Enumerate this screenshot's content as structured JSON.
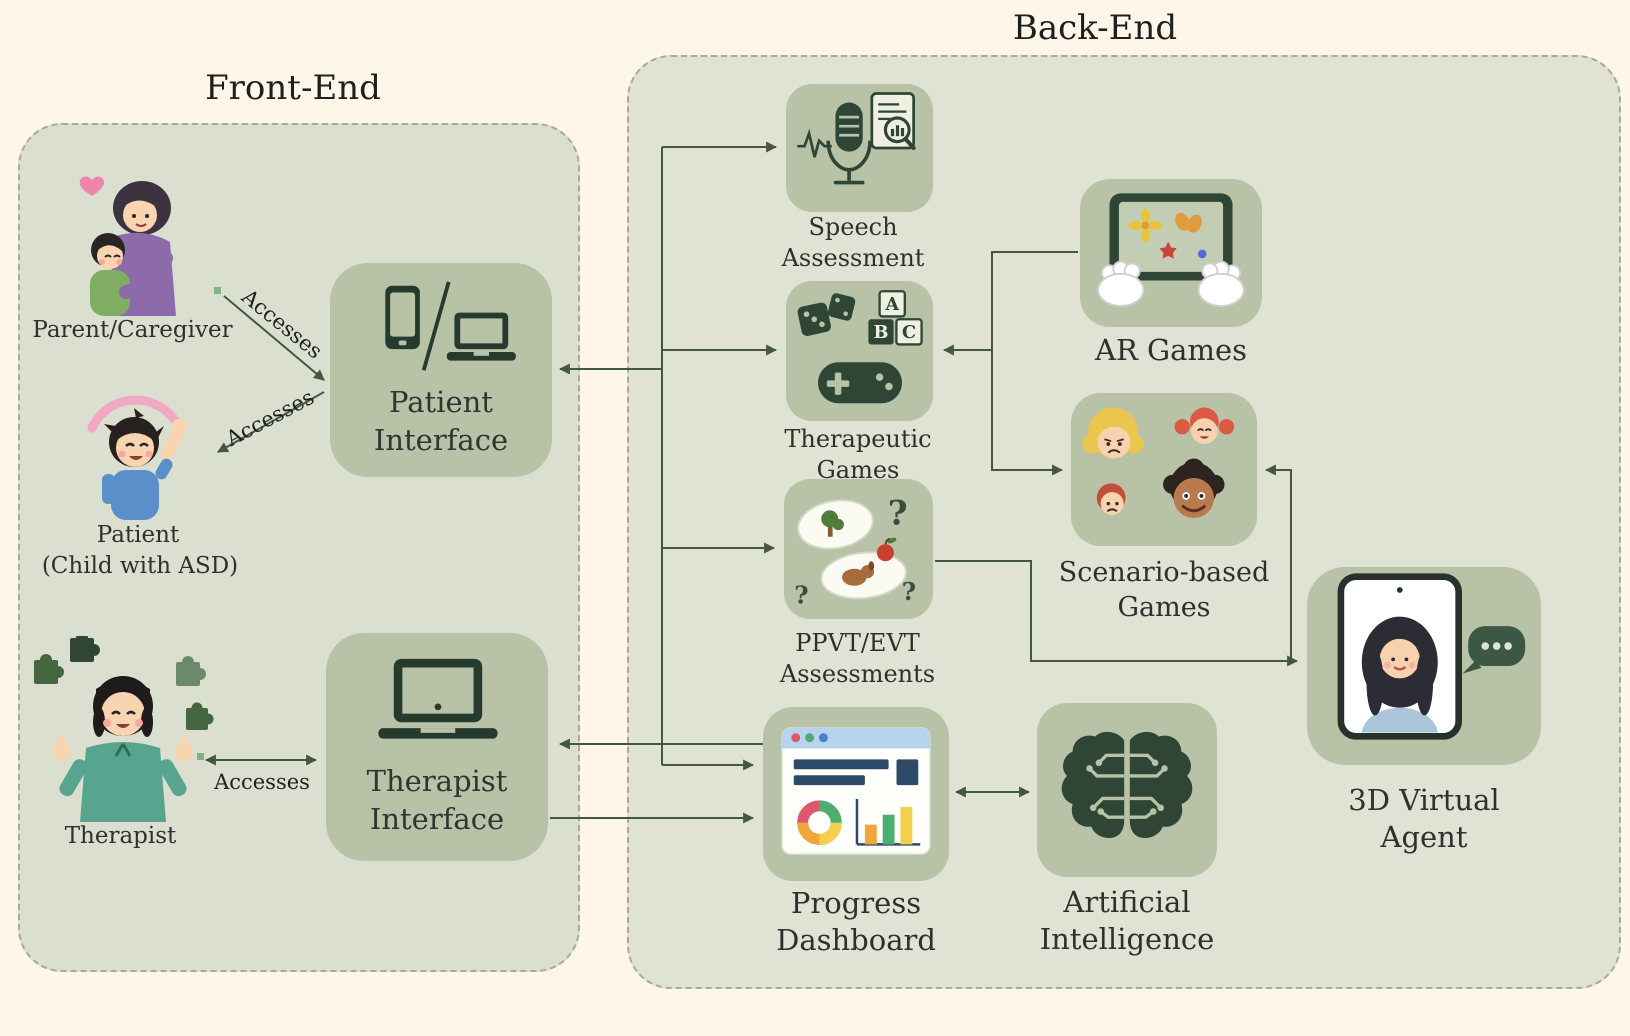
{
  "titles": {
    "front_end": "Front-End",
    "back_end": "Back-End"
  },
  "front_end": {
    "parent_label": "Parent/Caregiver",
    "patient_label_line1": "Patient",
    "patient_label_line2": "(Child with ASD)",
    "therapist_label": "Therapist",
    "patient_interface_label": "Patient Interface",
    "therapist_interface_label": "Therapist Interface",
    "access_parent": "Accesses",
    "access_patient": "Accesses",
    "access_therapist": "Accesses"
  },
  "back_end": {
    "nodes": [
      {
        "id": "speech-assessment",
        "label": "Speech Assessment"
      },
      {
        "id": "therapeutic-games",
        "label": "Therapeutic Games"
      },
      {
        "id": "ppvt-evt-assessments",
        "label": "PPVT/EVT Assessments"
      },
      {
        "id": "progress-dashboard",
        "label": "Progress Dashboard"
      },
      {
        "id": "ar-games",
        "label": "AR Games"
      },
      {
        "id": "scenario-based-games",
        "label": "Scenario-based Games"
      },
      {
        "id": "artificial-intelligence",
        "label": "Artificial Intelligence"
      },
      {
        "id": "3d-virtual-agent",
        "label": "3D Virtual Agent"
      }
    ]
  },
  "icon_text": {
    "block_a": "A",
    "block_b": "B",
    "block_c": "C",
    "question_mark": "?"
  },
  "colors": {
    "background": "#fdf6e9",
    "panel_fill": "#dcdfd1",
    "node_fill": "#b7c2a6",
    "line": "#44583f",
    "icon_dark": "#2f4636",
    "text": "#2f2f2f"
  }
}
